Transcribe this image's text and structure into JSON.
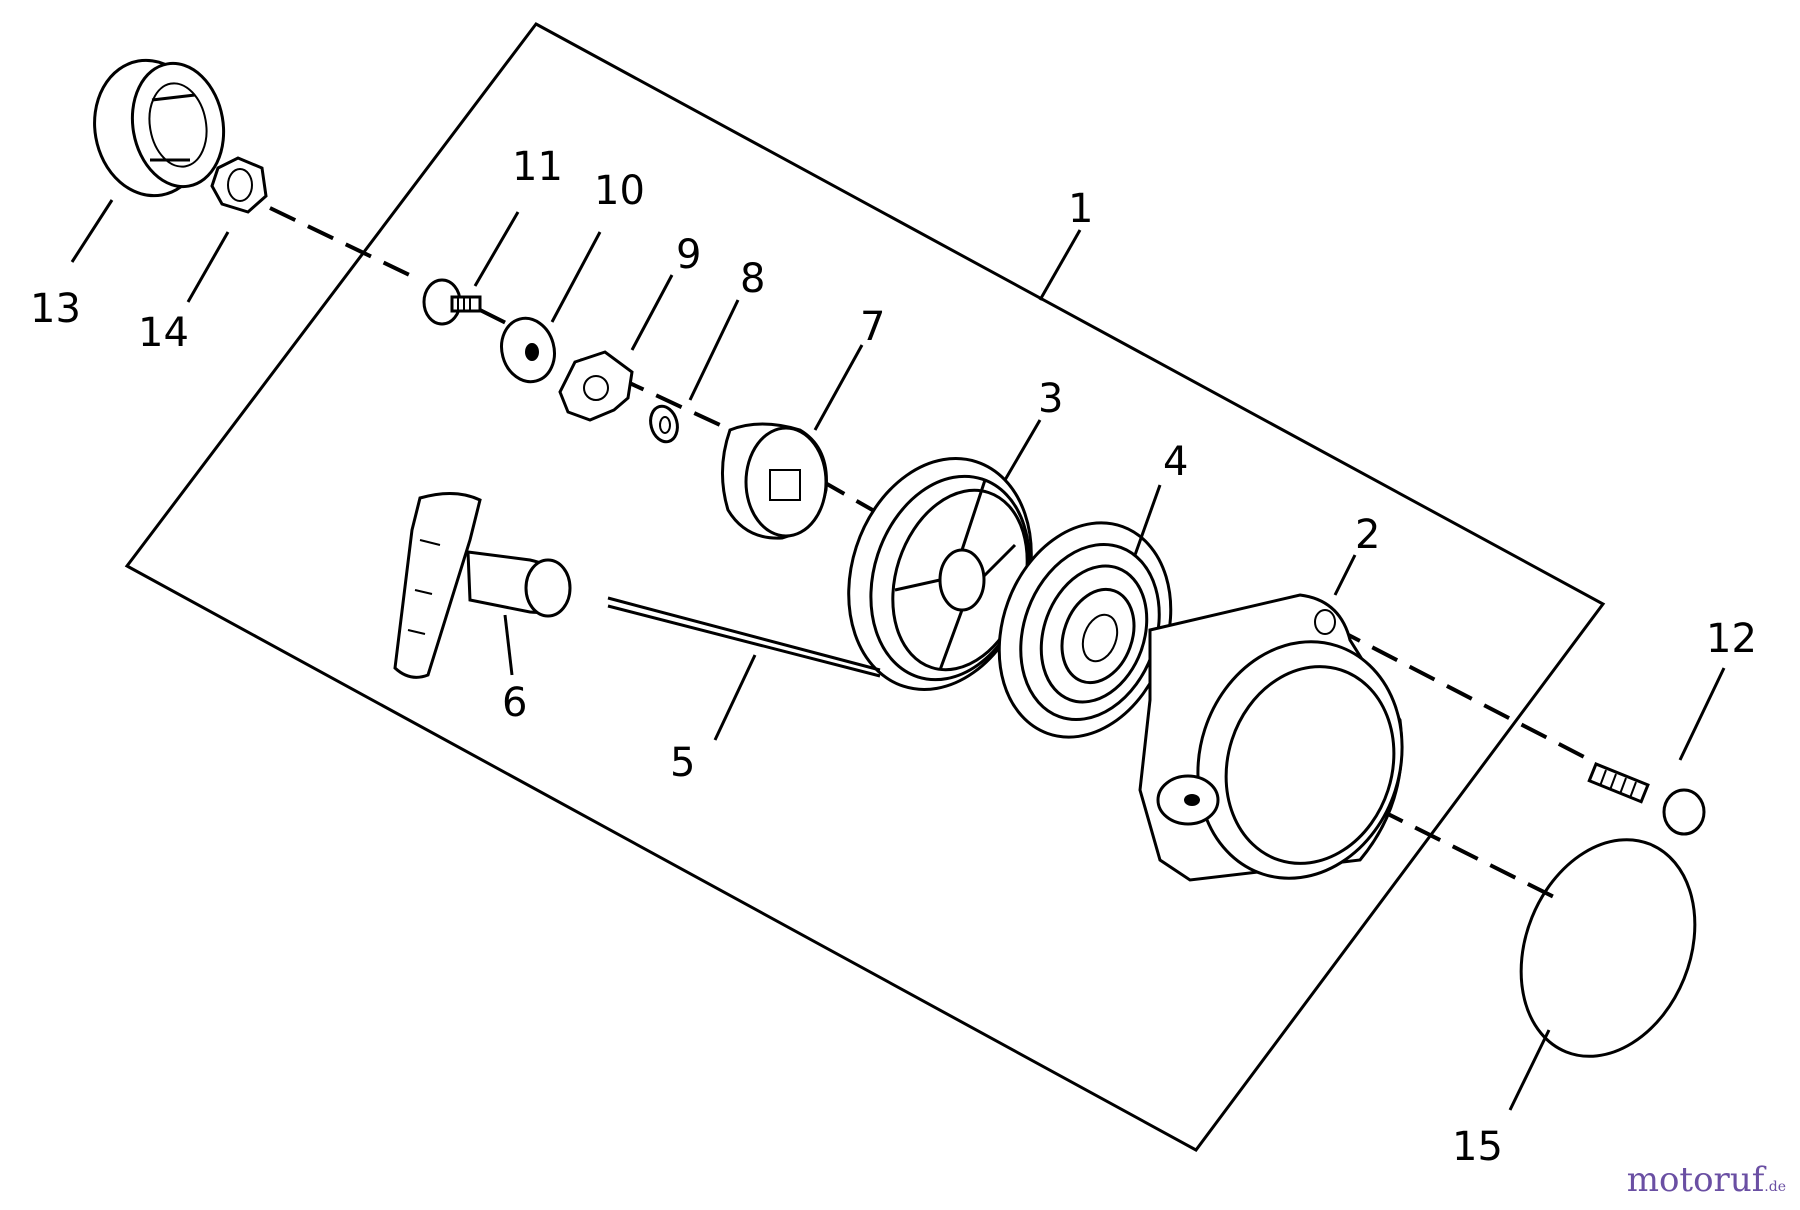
{
  "callouts": {
    "c1": "1",
    "c2": "2",
    "c3": "3",
    "c4": "4",
    "c5": "5",
    "c6": "6",
    "c7": "7",
    "c8": "8",
    "c9": "9",
    "c10": "10",
    "c11": "11",
    "c12": "12",
    "c13": "13",
    "c14": "14",
    "c15": "15"
  },
  "watermark": {
    "main": "motoruf",
    "tld": ".de"
  }
}
